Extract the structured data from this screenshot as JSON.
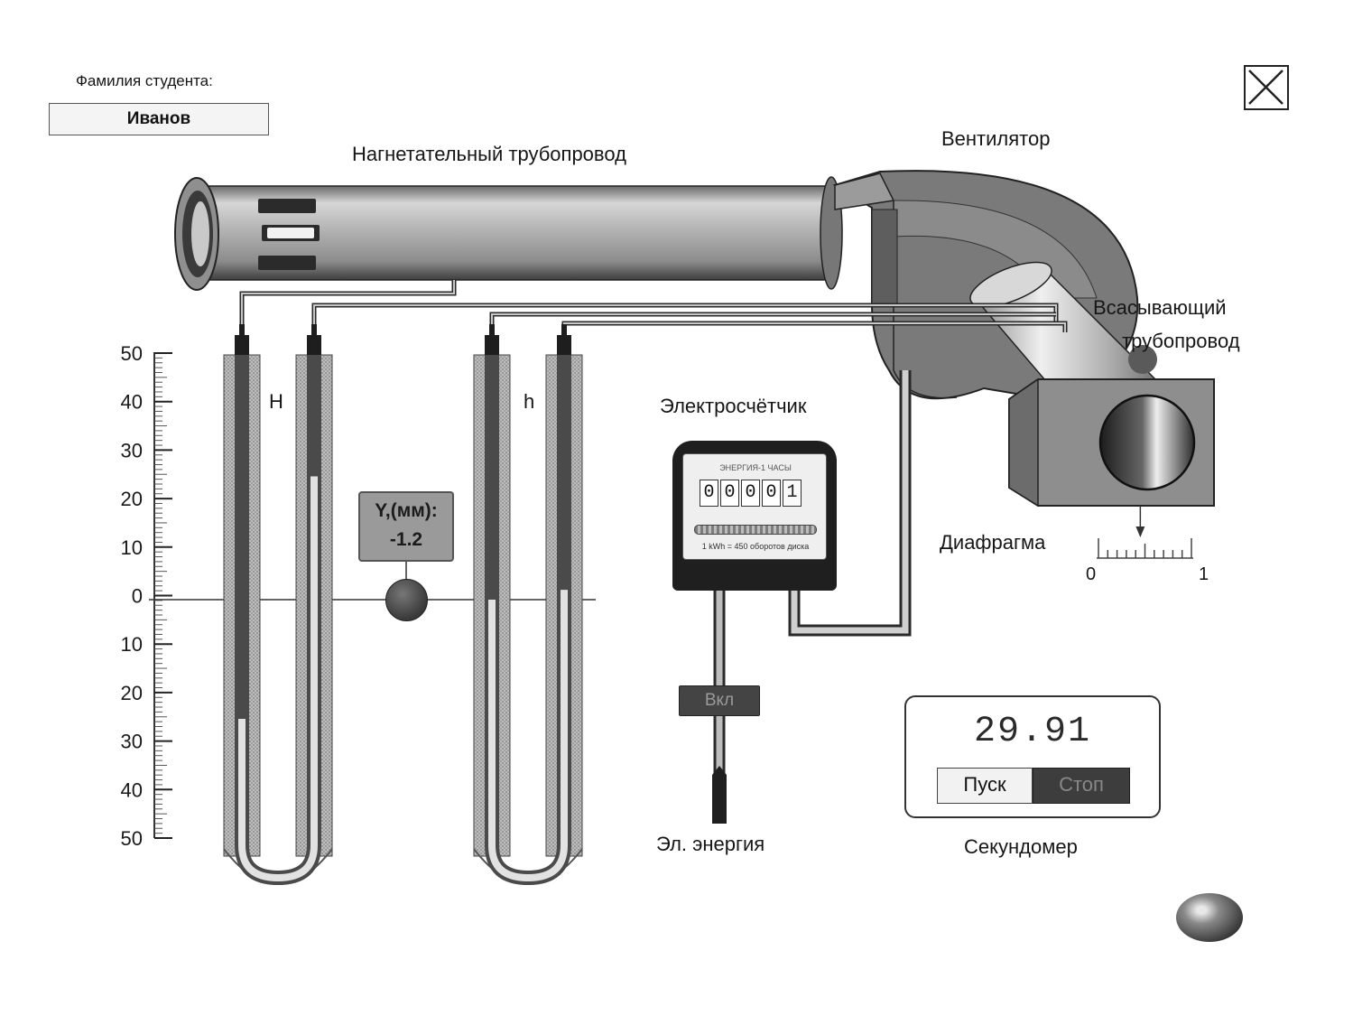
{
  "student": {
    "label": "Фамилия студента:",
    "name": "Иванов"
  },
  "labels": {
    "discharge_pipe": "Нагнетательный трубопровод",
    "fan": "Вентилятор",
    "suction_pipe_line1": "Всасывающий",
    "suction_pipe_line2": "трубопровод",
    "meter": "Электросчётчик",
    "diaphragm": "Диафрагма",
    "power_source": "Эл. энергия",
    "stopwatch": "Секундомер",
    "manometer_H": "H",
    "manometer_h": "h"
  },
  "scale": {
    "ticks": [
      "50",
      "40",
      "30",
      "20",
      "10",
      "0",
      "10",
      "20",
      "30",
      "40",
      "50"
    ]
  },
  "manometer_H": {
    "left_level": -25,
    "right_level": 25
  },
  "manometer_h": {
    "left_level": 0,
    "right_level": 2
  },
  "y_readout": {
    "title": "Y,(мм):",
    "value": "-1.2"
  },
  "meter": {
    "model": "ЭНЕРГИЯ-1 ЧАСЫ",
    "digits": [
      "0",
      "0",
      "0",
      "0",
      "1"
    ],
    "rate": "1 kWh = 450 оборотов диска"
  },
  "power_switch": {
    "label": "Вкл"
  },
  "diaphragm_scale": {
    "min": "0",
    "max": "1",
    "value": 0.45
  },
  "stopwatch": {
    "time": "29.91",
    "start_label": "Пуск",
    "stop_label": "Стоп"
  },
  "colors": {
    "pipe_dark": "#3d3d3d",
    "pipe_light": "#e6e6e6",
    "fan_body": "#6e6e6e",
    "liquid": "#e2e2e2"
  },
  "icons": {
    "close": "close-icon",
    "help": "help-orb-icon"
  }
}
